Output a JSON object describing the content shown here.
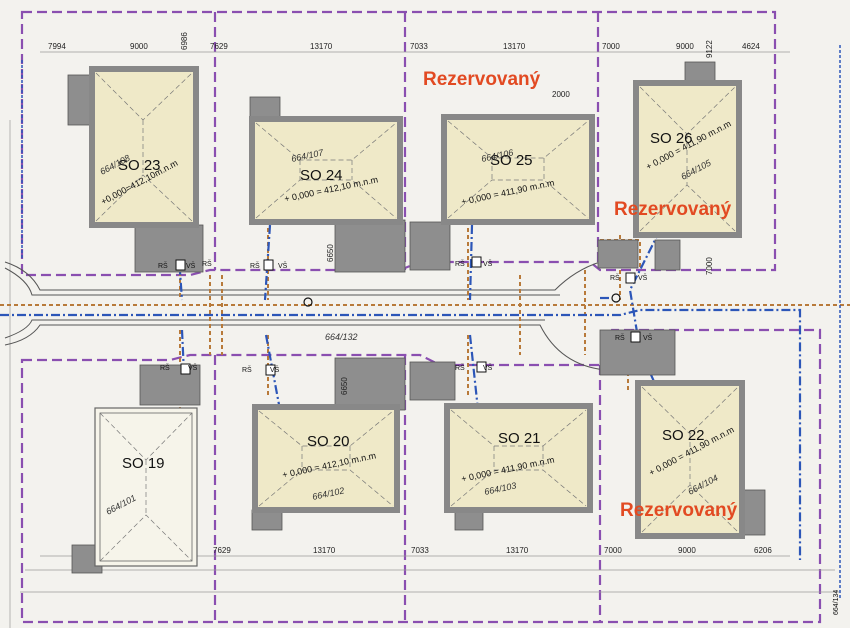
{
  "houses": [
    {
      "label": "SO 23",
      "parcel": "664/108",
      "elev": "+0,000=412,10m.n.m"
    },
    {
      "label": "SO 24",
      "parcel": "664/107",
      "elev": "+ 0,000 = 412,10 m.n.m"
    },
    {
      "label": "SO 25",
      "parcel": "664/106",
      "elev": "+ 0,000 = 411,90 m.n.m"
    },
    {
      "label": "SO 26",
      "parcel": "664/105",
      "elev": "+ 0,000 = 411,90 m.n.m"
    },
    {
      "label": "SO 19",
      "parcel": "664/101",
      "elev": ""
    },
    {
      "label": "SO 20",
      "parcel": "664/102",
      "elev": "+ 0,000 = 412,10 m.n.m"
    },
    {
      "label": "SO 21",
      "parcel": "664/103",
      "elev": "+ 0,000 = 411,90 m.n.m"
    },
    {
      "label": "SO 22",
      "parcel": "664/104",
      "elev": "+ 0,000 = 411,90 m.n.m"
    }
  ],
  "road_parcel": "664/132",
  "reserved_label": "Rezervovaný",
  "dims_top": [
    "7994",
    "9000",
    "6986",
    "7629",
    "13170",
    "7033",
    "13170",
    "7000",
    "9000",
    "9122",
    "4624",
    "2000"
  ],
  "dims_bottom": [
    "7629",
    "13170",
    "7033",
    "13170",
    "7000",
    "9000",
    "6206"
  ],
  "dims_vertical": [
    "6650",
    "7000",
    "6650"
  ],
  "connections": {
    "rs": "RŠ",
    "vs": "VŠ"
  },
  "side_label": "664/134",
  "colors": {
    "boundary": "#8a4fb0",
    "water": "#2c56b8",
    "sewer": "#b87a3a",
    "reserved": "#e24a22",
    "house_fill": "#efe9c8",
    "house_wall": "#888"
  }
}
